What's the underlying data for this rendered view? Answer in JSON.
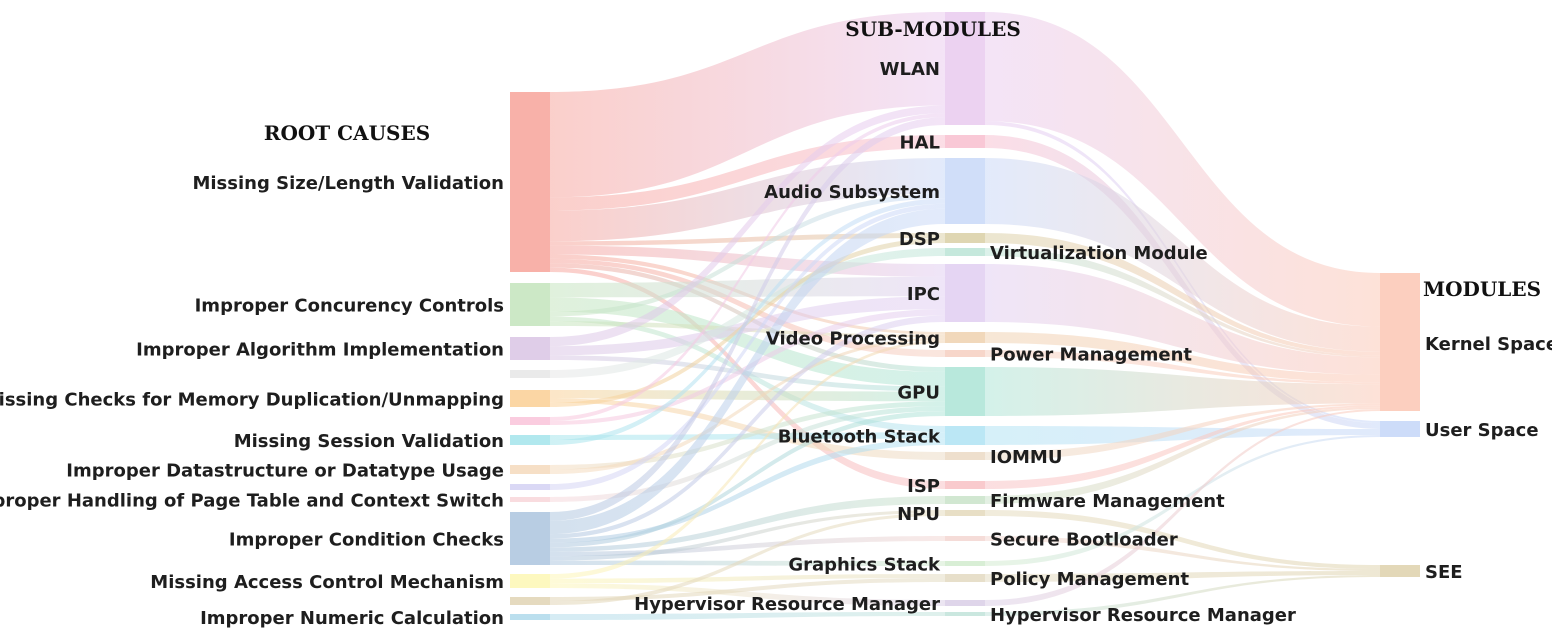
{
  "headers": {
    "root_causes": "ROOT CAUSES",
    "sub_modules": "SUB-MODULES",
    "modules": "MODULES"
  },
  "root_causes": [
    {
      "id": "size",
      "label": "Missing Size/Length Validation",
      "color": "#f7a8a0"
    },
    {
      "id": "conc",
      "label": "Improper Concurency Controls",
      "color": "#c6e6c0"
    },
    {
      "id": "algo",
      "label": "Improper Algorithm Implementation",
      "color": "#dcc8e6"
    },
    {
      "id": "gray",
      "label": "",
      "color": "#e8e8e8"
    },
    {
      "id": "memdup",
      "label": "Missing Checks for Memory Duplication/Unmapping",
      "color": "#fbd29a"
    },
    {
      "id": "pink",
      "label": "",
      "color": "#f9c7dc"
    },
    {
      "id": "session",
      "label": "Missing Session Validation",
      "color": "#a8e6ec"
    },
    {
      "id": "dstype",
      "label": "Improper Datastructure or Datatype Usage",
      "color": "#f5dcc0"
    },
    {
      "id": "purple",
      "label": "",
      "color": "#d6d4f4"
    },
    {
      "id": "pagetbl",
      "label": "Improper Handling of Page Table and Context Switch",
      "color": "#f8d8dc"
    },
    {
      "id": "cond",
      "label": "Improper Condition Checks",
      "color": "#b0c8e0"
    },
    {
      "id": "access",
      "label": "Missing Access Control Mechanism",
      "color": "#fdf7b8"
    },
    {
      "id": "olive",
      "label": "",
      "color": "#e2d6b8"
    },
    {
      "id": "numeric",
      "label": "Improper Numeric Calculation",
      "color": "#b4dcec"
    }
  ],
  "sub_modules": [
    {
      "id": "wlan",
      "label": "WLAN",
      "label_side": "left",
      "color": "#eacdf0"
    },
    {
      "id": "hal",
      "label": "HAL",
      "label_side": "left",
      "color": "#f8c2d2"
    },
    {
      "id": "audio",
      "label": "Audio Subsystem",
      "label_side": "left",
      "color": "#cbdaf8"
    },
    {
      "id": "dsp",
      "label": "DSP",
      "label_side": "left",
      "color": "#dcd2aa"
    },
    {
      "id": "virt",
      "label": "Virtualization Module",
      "label_side": "right",
      "color": "#bfe6d8"
    },
    {
      "id": "ipc",
      "label": "IPC",
      "label_side": "left",
      "color": "#e2d0f2"
    },
    {
      "id": "video",
      "label": "Video Processing",
      "label_side": "left",
      "color": "#f0d4b4"
    },
    {
      "id": "power",
      "label": "Power Management",
      "label_side": "right",
      "color": "#f6d2c4"
    },
    {
      "id": "gpu",
      "label": "GPU",
      "label_side": "left",
      "color": "#b0e6d8"
    },
    {
      "id": "bt",
      "label": "Bluetooth Stack",
      "label_side": "left",
      "color": "#b4e4f4"
    },
    {
      "id": "iommu",
      "label": "IOMMU",
      "label_side": "right",
      "color": "#ecdcc8"
    },
    {
      "id": "isp",
      "label": "ISP",
      "label_side": "left",
      "color": "#f8c4c8"
    },
    {
      "id": "fw",
      "label": "Firmware Management",
      "label_side": "right",
      "color": "#cce4cc"
    },
    {
      "id": "npu",
      "label": "NPU",
      "label_side": "left",
      "color": "#e6dcc0"
    },
    {
      "id": "boot",
      "label": "Secure Bootloader",
      "label_side": "right",
      "color": "#f4d8d4"
    },
    {
      "id": "gfx",
      "label": "Graphics Stack",
      "label_side": "left",
      "color": "#d4ecd0"
    },
    {
      "id": "policy",
      "label": "Policy Management",
      "label_side": "right",
      "color": "#e4dcc4"
    },
    {
      "id": "hrm1",
      "label": "Hypervisor Resource Manager",
      "label_side": "left",
      "color": "#dcd0e8"
    },
    {
      "id": "hrm2",
      "label": "Hypervisor Resource Manager",
      "label_side": "right",
      "color": "#c4e4dc"
    }
  ],
  "modules": [
    {
      "id": "kernel",
      "label": "Kernel Space",
      "color": "#fccab8"
    },
    {
      "id": "user",
      "label": "User Space",
      "color": "#c8d8f8"
    },
    {
      "id": "see",
      "label": "SEE",
      "color": "#e0d4b0"
    }
  ],
  "links": [
    {
      "from": "size",
      "to": "wlan",
      "value": 24
    },
    {
      "from": "size",
      "to": "hal",
      "value": 3
    },
    {
      "from": "size",
      "to": "audio",
      "value": 7
    },
    {
      "from": "size",
      "to": "dsp",
      "value": 1
    },
    {
      "from": "size",
      "to": "ipc",
      "value": 2
    },
    {
      "from": "size",
      "to": "video",
      "value": 1
    },
    {
      "from": "size",
      "to": "power",
      "value": 1
    },
    {
      "from": "size",
      "to": "gpu",
      "value": 1
    },
    {
      "from": "size",
      "to": "isp",
      "value": 1
    },
    {
      "from": "conc",
      "to": "ipc",
      "value": 3
    },
    {
      "from": "conc",
      "to": "gpu",
      "value": 3
    },
    {
      "from": "conc",
      "to": "audio",
      "value": 1
    },
    {
      "from": "conc",
      "to": "bt",
      "value": 1
    },
    {
      "from": "conc",
      "to": "video",
      "value": 1
    },
    {
      "from": "algo",
      "to": "wlan",
      "value": 2
    },
    {
      "from": "algo",
      "to": "ipc",
      "value": 2
    },
    {
      "from": "algo",
      "to": "gpu",
      "value": 1
    },
    {
      "from": "gray",
      "to": "virt",
      "value": 1
    },
    {
      "from": "memdup",
      "to": "gpu",
      "value": 2
    },
    {
      "from": "memdup",
      "to": "iommu",
      "value": 1
    },
    {
      "from": "memdup",
      "to": "dsp",
      "value": 1
    },
    {
      "from": "pink",
      "to": "wlan",
      "value": 1
    },
    {
      "from": "pink",
      "to": "ipc",
      "value": 1
    },
    {
      "from": "session",
      "to": "bt",
      "value": 1
    },
    {
      "from": "session",
      "to": "audio",
      "value": 1
    },
    {
      "from": "dstype",
      "to": "gpu",
      "value": 1
    },
    {
      "from": "dstype",
      "to": "video",
      "value": 1
    },
    {
      "from": "purple",
      "to": "audio",
      "value": 1
    },
    {
      "from": "pagetbl",
      "to": "gpu",
      "value": 1
    },
    {
      "from": "cond",
      "to": "wlan",
      "value": 2
    },
    {
      "from": "cond",
      "to": "audio",
      "value": 3
    },
    {
      "from": "cond",
      "to": "ipc",
      "value": 1
    },
    {
      "from": "cond",
      "to": "bt",
      "value": 1
    },
    {
      "from": "cond",
      "to": "gpu",
      "value": 1
    },
    {
      "from": "cond",
      "to": "fw",
      "value": 1
    },
    {
      "from": "cond",
      "to": "boot",
      "value": 1
    },
    {
      "from": "cond",
      "to": "npu",
      "value": 1
    },
    {
      "from": "cond",
      "to": "gfx",
      "value": 1
    },
    {
      "from": "access",
      "to": "video",
      "value": 1
    },
    {
      "from": "access",
      "to": "policy",
      "value": 1
    },
    {
      "from": "access",
      "to": "hrm1",
      "value": 1
    },
    {
      "from": "olive",
      "to": "policy",
      "value": 1
    },
    {
      "from": "olive",
      "to": "npu",
      "value": 1
    },
    {
      "from": "numeric",
      "to": "hrm2",
      "value": 1
    },
    {
      "from": "wlan",
      "to": "kernel",
      "value": 28
    },
    {
      "from": "wlan",
      "to": "user",
      "value": 1
    },
    {
      "from": "hal",
      "to": "user",
      "value": 3
    },
    {
      "from": "audio",
      "to": "kernel",
      "value": 13
    },
    {
      "from": "dsp",
      "to": "kernel",
      "value": 2
    },
    {
      "from": "virt",
      "to": "kernel",
      "value": 1
    },
    {
      "from": "ipc",
      "to": "kernel",
      "value": 9
    },
    {
      "from": "video",
      "to": "kernel",
      "value": 4
    },
    {
      "from": "power",
      "to": "kernel",
      "value": 1
    },
    {
      "from": "gpu",
      "to": "kernel",
      "value": 10
    },
    {
      "from": "bt",
      "to": "user",
      "value": 3
    },
    {
      "from": "iommu",
      "to": "kernel",
      "value": 1
    },
    {
      "from": "isp",
      "to": "kernel",
      "value": 1
    },
    {
      "from": "fw",
      "to": "kernel",
      "value": 1
    },
    {
      "from": "npu",
      "to": "see",
      "value": 2
    },
    {
      "from": "boot",
      "to": "see",
      "value": 1
    },
    {
      "from": "gfx",
      "to": "user",
      "value": 1
    },
    {
      "from": "policy",
      "to": "see",
      "value": 2
    },
    {
      "from": "hrm1",
      "to": "kernel",
      "value": 1
    },
    {
      "from": "hrm2",
      "to": "see",
      "value": 1
    }
  ]
}
